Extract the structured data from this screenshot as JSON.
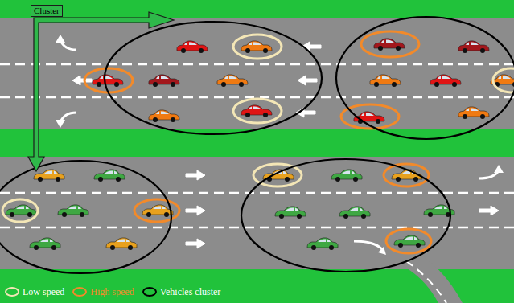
{
  "diagram": {
    "nodes": [
      {
        "text": [
          "Cluster"
        ]
      }
    ],
    "legend": [
      {
        "text": "Low speed"
      },
      {
        "text": "High speed"
      },
      {
        "text": "Vehicles cluster"
      }
    ]
  }
}
